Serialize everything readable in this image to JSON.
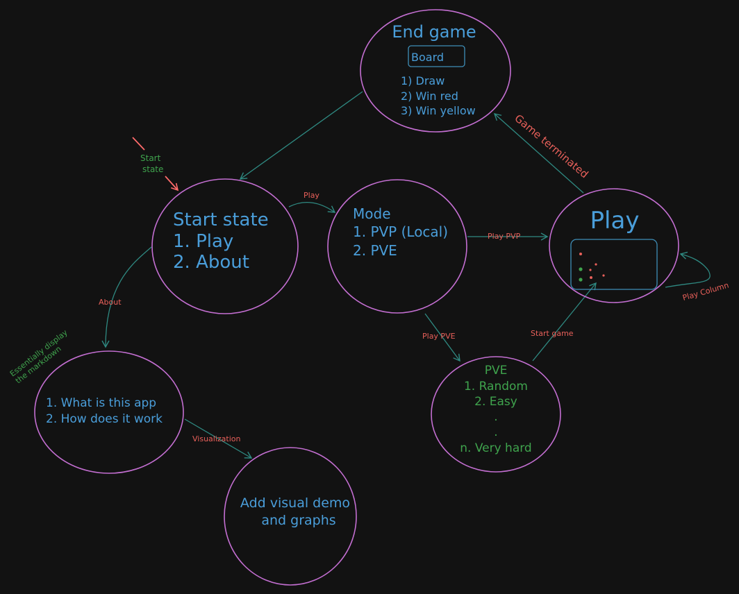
{
  "colors": {
    "background": "#121212",
    "node_border": "#c46fd2",
    "node_text": "#4a9eda",
    "edge_line": "#2f8a82",
    "edge_label": "#e8605a",
    "note_text": "#3fa34d",
    "start_arrow": "#ff6b6b"
  },
  "nodes": {
    "end_game": {
      "title": "End game",
      "board_label": "Board",
      "items": [
        "1) Draw",
        "2) Win red",
        "3) Win yellow"
      ]
    },
    "start_state": {
      "title": "Start state",
      "items": [
        "1. Play",
        "2. About"
      ]
    },
    "mode": {
      "title": "Mode",
      "items": [
        "1. PVP (Local)",
        "2. PVE"
      ]
    },
    "play": {
      "title": "Play"
    },
    "about": {
      "items": [
        "1. What is this app",
        "2. How does it work"
      ]
    },
    "pve": {
      "title": "PVE",
      "items": [
        "1. Random",
        "2. Easy",
        ".",
        ".",
        "n. Very hard"
      ]
    },
    "visual": {
      "lines": [
        "Add visual demo",
        "and graphs"
      ]
    }
  },
  "edges": {
    "start_label_line1": "Start",
    "start_label_line2": "state",
    "play": "Play",
    "play_pvp": "Play PVP",
    "play_pve": "Play PVE",
    "start_game": "Start game",
    "game_terminated": "Game terminated",
    "play_column": "Play Column",
    "about": "About",
    "visualization": "Visualization"
  },
  "notes": {
    "essentially_line1": "Essentially display",
    "essentially_line2": "the markdown"
  }
}
